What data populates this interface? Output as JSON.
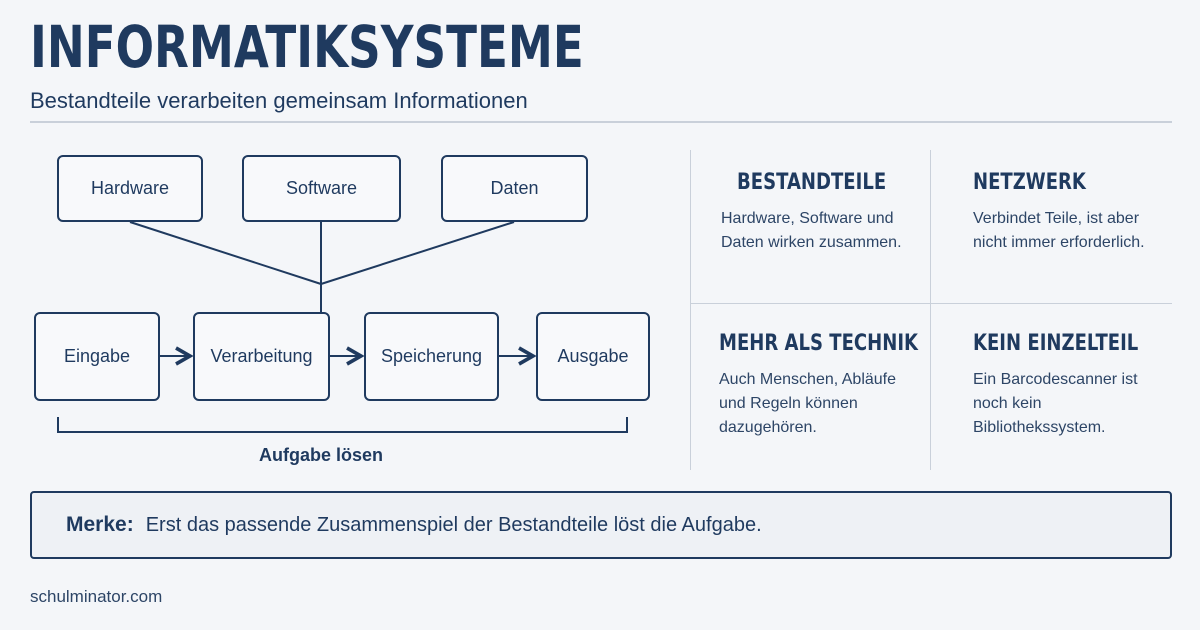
{
  "header": {
    "title": "INFORMATIKSYSTEME",
    "subtitle": "Bestandteile verarbeiten gemeinsam Informationen"
  },
  "diagram": {
    "top_boxes": [
      "Hardware",
      "Software",
      "Daten"
    ],
    "flow_boxes": [
      "Eingabe",
      "Verarbeitung",
      "Speicherung",
      "Ausgabe"
    ],
    "bracket_label": "Aufgabe lösen"
  },
  "cards": [
    {
      "title": "BESTANDTEILE",
      "text": "Hardware, Software und Daten wirken zusammen."
    },
    {
      "title": "NETZWERK",
      "text": "Verbindet Teile, ist aber nicht immer erforderlich."
    },
    {
      "title": "MEHR ALS TECHNIK",
      "text": "Auch Menschen, Abläufe und Regeln können dazugehören."
    },
    {
      "title": "KEIN EINZELTEIL",
      "text": "Ein Barcodescanner ist noch kein Bibliothekssystem."
    }
  ],
  "merke": {
    "label": "Merke:",
    "text": "Erst das passende Zusammenspiel der Bestandteile löst die Aufgabe."
  },
  "footer": {
    "text": "schulminator.com"
  },
  "colors": {
    "primary": "#1f3a5f",
    "background": "#f4f6f9",
    "divider": "#c9d0da"
  }
}
